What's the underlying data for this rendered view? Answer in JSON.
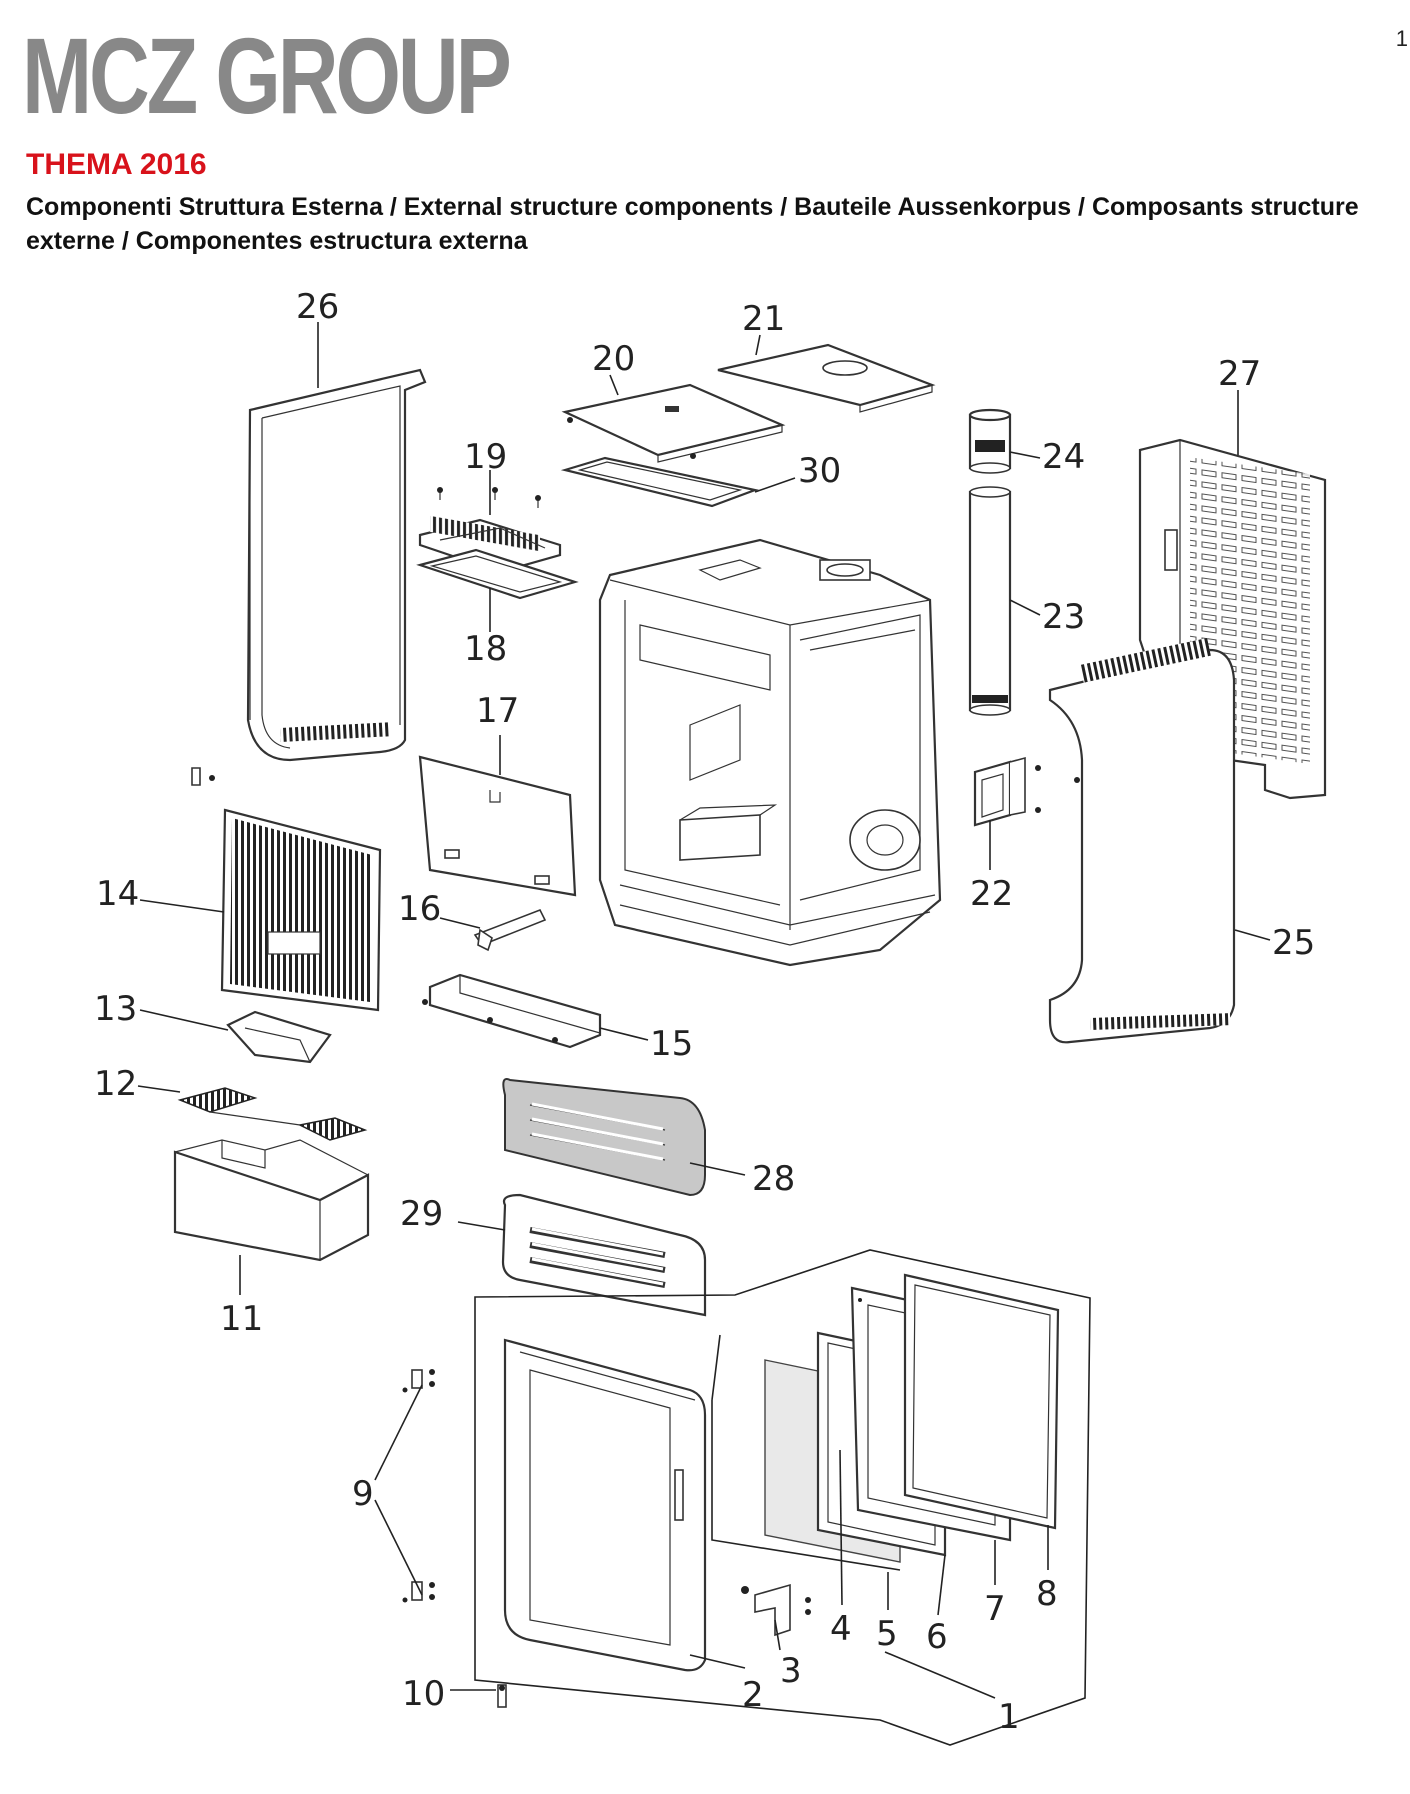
{
  "header": {
    "brand": "MCZ GROUP",
    "model": "THEMA 2016",
    "subtitle": "Componenti Struttura Esterna / External structure components / Bauteile Aussenkorpus / Composants structure externe / Componentes estructura externa",
    "corner_mark": "1"
  },
  "colors": {
    "brand_grey": "#888888",
    "model_red": "#d8121b",
    "line": "#222222"
  },
  "parts": [
    {
      "id": "1",
      "label": "1"
    },
    {
      "id": "2",
      "label": "2"
    },
    {
      "id": "3",
      "label": "3"
    },
    {
      "id": "4",
      "label": "4"
    },
    {
      "id": "5",
      "label": "5"
    },
    {
      "id": "6",
      "label": "6"
    },
    {
      "id": "7",
      "label": "7"
    },
    {
      "id": "8",
      "label": "8"
    },
    {
      "id": "9",
      "label": "9"
    },
    {
      "id": "10",
      "label": "10"
    },
    {
      "id": "11",
      "label": "11"
    },
    {
      "id": "12",
      "label": "12"
    },
    {
      "id": "13",
      "label": "13"
    },
    {
      "id": "14",
      "label": "14"
    },
    {
      "id": "15",
      "label": "15"
    },
    {
      "id": "16",
      "label": "16"
    },
    {
      "id": "17",
      "label": "17"
    },
    {
      "id": "18",
      "label": "18"
    },
    {
      "id": "19",
      "label": "19"
    },
    {
      "id": "20",
      "label": "20"
    },
    {
      "id": "21",
      "label": "21"
    },
    {
      "id": "22",
      "label": "22"
    },
    {
      "id": "23",
      "label": "23"
    },
    {
      "id": "24",
      "label": "24"
    },
    {
      "id": "25",
      "label": "25"
    },
    {
      "id": "26",
      "label": "26"
    },
    {
      "id": "27",
      "label": "27"
    },
    {
      "id": "28",
      "label": "28"
    },
    {
      "id": "29",
      "label": "29"
    },
    {
      "id": "30",
      "label": "30"
    }
  ]
}
